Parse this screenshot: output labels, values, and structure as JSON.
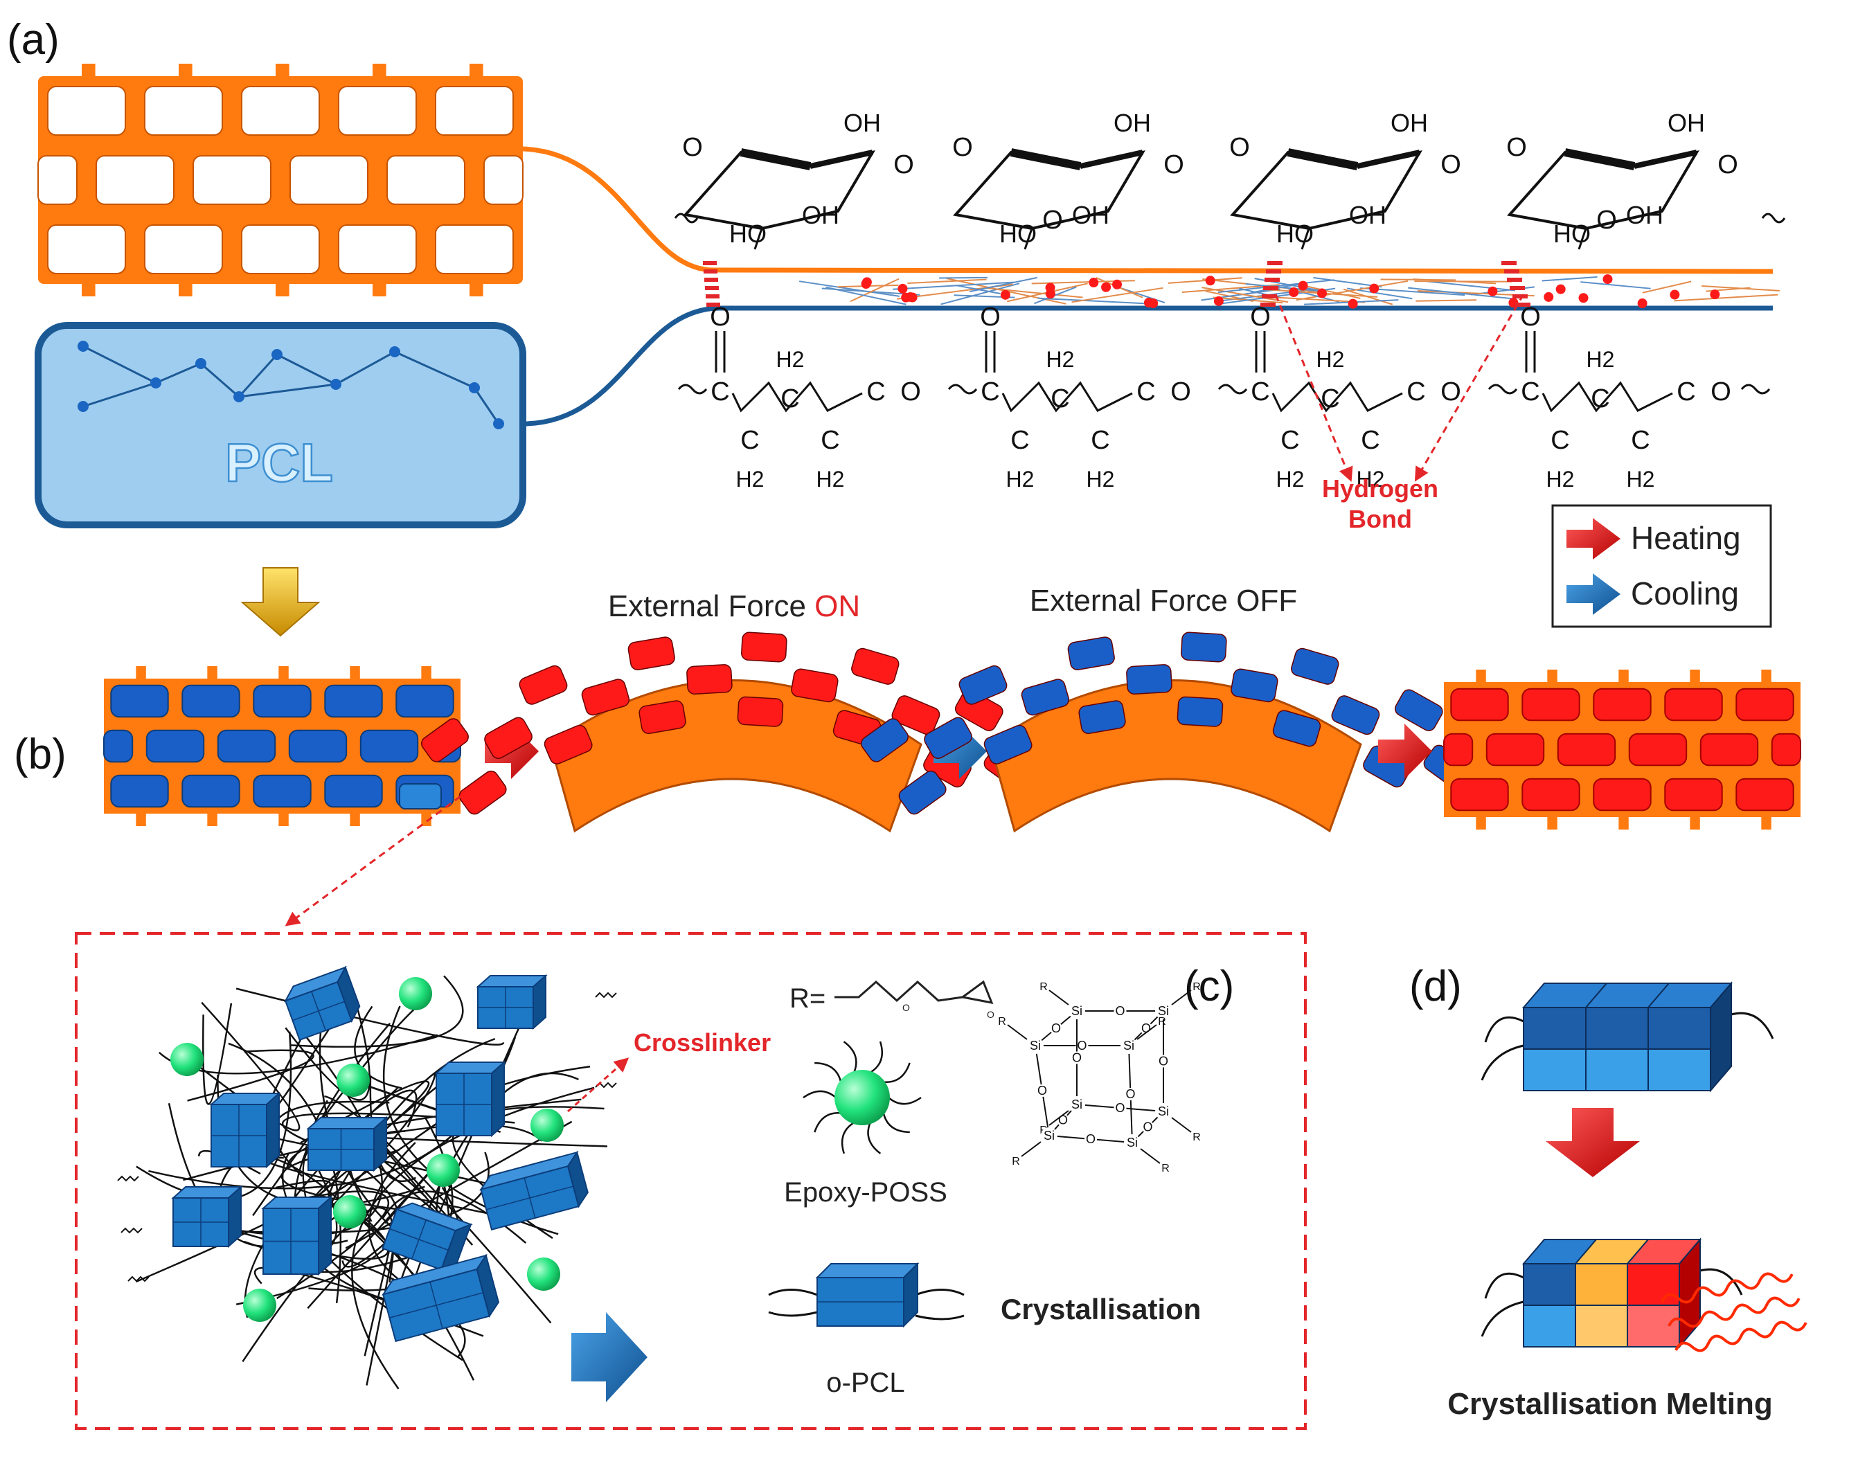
{
  "labels": {
    "panel_a": "(a)",
    "panel_b": "(b)",
    "panel_c": "(c)",
    "panel_d": "(d)",
    "pcl": "PCL",
    "hydrogen": "Hydrogen",
    "bond": "Bond",
    "heating": "Heating",
    "cooling": "Cooling",
    "external_force_prefix": "External Force",
    "external_force_on": "ON",
    "external_force_off": "External Force OFF",
    "crosslinker": "Crosslinker",
    "r_group": "R=",
    "epoxy_poss": "Epoxy-POSS",
    "crystallisation": "Crystallisation",
    "o_pcl": "o-PCL",
    "crystallisation_melting": "Crystallisation Melting",
    "oh": "OH",
    "ho": "HO",
    "o": "O",
    "c": "C",
    "h2": "H2",
    "si": "Si",
    "r": "R"
  },
  "colors": {
    "orange": "#ff7a0f",
    "orange_dark": "#c75400",
    "blue_cell": "#1a5fc7",
    "red_cell": "#ff1a1a",
    "pcl_fill": "#9fcdf0",
    "pcl_border": "#1c5a96",
    "dashed_red": "#e3262a",
    "crystal_blue": "#1d78c6",
    "node_green": "#22e37d",
    "melt_orange": "#ffb23a"
  }
}
